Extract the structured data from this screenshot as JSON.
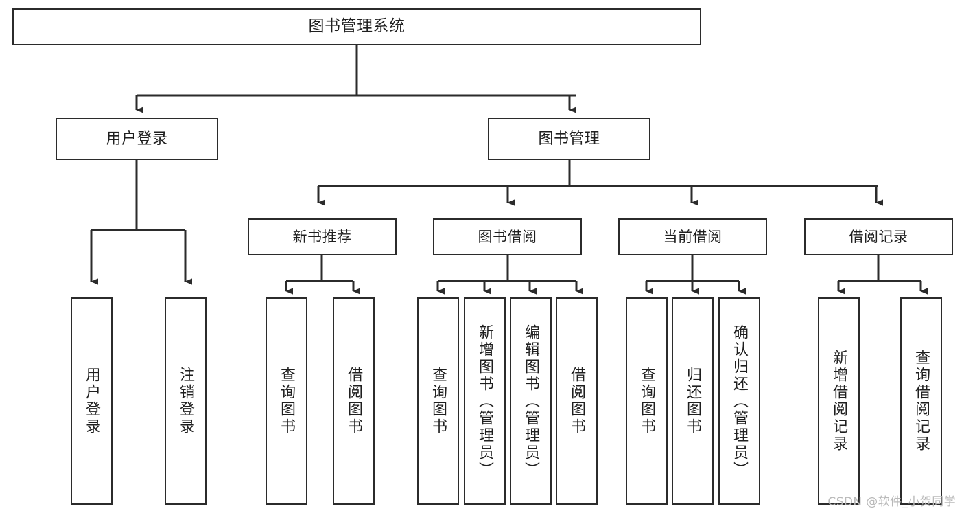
{
  "diagram": {
    "title": "图书管理系统",
    "type": "tree-hierarchy-diagram",
    "colors": {
      "box_border": "#2b2b2b",
      "box_fill": "#ffffff",
      "connector": "#2b2b2b",
      "text": "#1f1f1f",
      "watermark": "#b9b9b9",
      "background": "#ffffff"
    },
    "root": {
      "label": "图书管理系统"
    },
    "level1": [
      {
        "label": "用户登录"
      },
      {
        "label": "图书管理"
      }
    ],
    "level2": [
      {
        "label": "新书推荐"
      },
      {
        "label": "图书借阅"
      },
      {
        "label": "当前借阅"
      },
      {
        "label": "借阅记录"
      }
    ],
    "leaves": {
      "user_login": [
        {
          "label": "用户登录"
        },
        {
          "label": "注销登录"
        }
      ],
      "new_book_recommend": [
        {
          "label": "查询图书"
        },
        {
          "label": "借阅图书"
        }
      ],
      "book_borrow": [
        {
          "label": "查询图书"
        },
        {
          "label": "新增图书（管理员）"
        },
        {
          "label": "编辑图书（管理员）"
        },
        {
          "label": "借阅图书"
        }
      ],
      "current_borrow": [
        {
          "label": "查询图书"
        },
        {
          "label": "归还图书"
        },
        {
          "label": "确认归还（管理员）"
        }
      ],
      "borrow_record": [
        {
          "label": "新增借阅记录"
        },
        {
          "label": "查询借阅记录"
        }
      ]
    }
  },
  "watermark": {
    "text": "CSDN @软件_小贺同学"
  }
}
